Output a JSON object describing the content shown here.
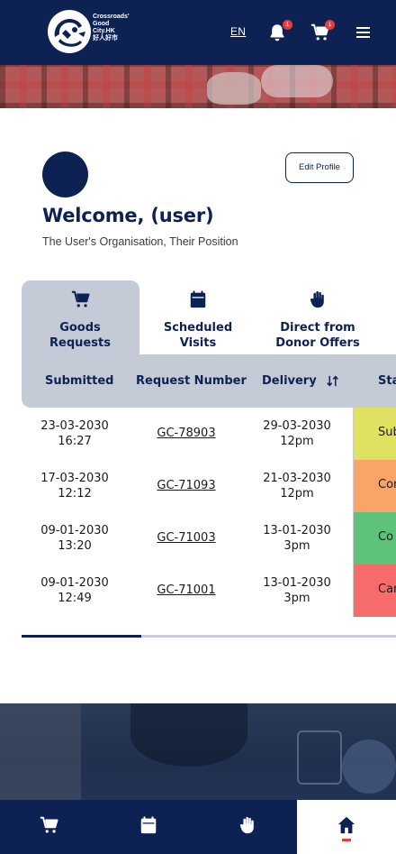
{
  "header": {
    "logo_text": [
      "Crossroads'",
      "Good",
      "City.HK",
      "好人好市"
    ],
    "language": "EN",
    "notifications_count": "1",
    "cart_count": "1"
  },
  "profile": {
    "edit_label": "Edit Profile",
    "welcome": "Welcome, (user)",
    "organisation": "The User's Organisation, Their Position"
  },
  "tabs": [
    {
      "label": "Goods Requests",
      "icon": "cart-icon",
      "active": true
    },
    {
      "label": "Scheduled Visits",
      "icon": "calendar-icon",
      "active": false
    },
    {
      "label": "Direct from Donor Offers",
      "icon": "hand-icon",
      "active": false
    }
  ],
  "table": {
    "columns": [
      "Submitted",
      "Request Number",
      "Delivery",
      "Sta"
    ],
    "rows": [
      {
        "submitted_date": "23-03-2030",
        "submitted_time": "16:27",
        "request": "GC-78903",
        "delivery_date": "29-03-2030",
        "delivery_time": "12pm",
        "status": "Sub",
        "status_color": "#dfe161"
      },
      {
        "submitted_date": "17-03-2030",
        "submitted_time": "12:12",
        "request": "GC-71093",
        "delivery_date": "21-03-2030",
        "delivery_time": "12pm",
        "status": "Cor",
        "status_color": "#f9a56a"
      },
      {
        "submitted_date": "09-01-2030",
        "submitted_time": "13:20",
        "request": "GC-71003",
        "delivery_date": "13-01-2030",
        "delivery_time": "3pm",
        "status": "Co",
        "status_color": "#5ec27a"
      },
      {
        "submitted_date": "09-01-2030",
        "submitted_time": "12:49",
        "request": "GC-71001",
        "delivery_date": "13-01-2030",
        "delivery_time": "3pm",
        "status": "Car",
        "status_color": "#f66b6b"
      }
    ]
  },
  "bottom_nav": [
    {
      "icon": "cart-icon",
      "active": false
    },
    {
      "icon": "calendar-icon",
      "active": false
    },
    {
      "icon": "hand-icon",
      "active": false
    },
    {
      "icon": "home-icon",
      "active": true
    }
  ],
  "colors": {
    "navy": "#0d2252",
    "tab_bg": "#c4cbd6",
    "badge_red": "#e43e3e"
  }
}
